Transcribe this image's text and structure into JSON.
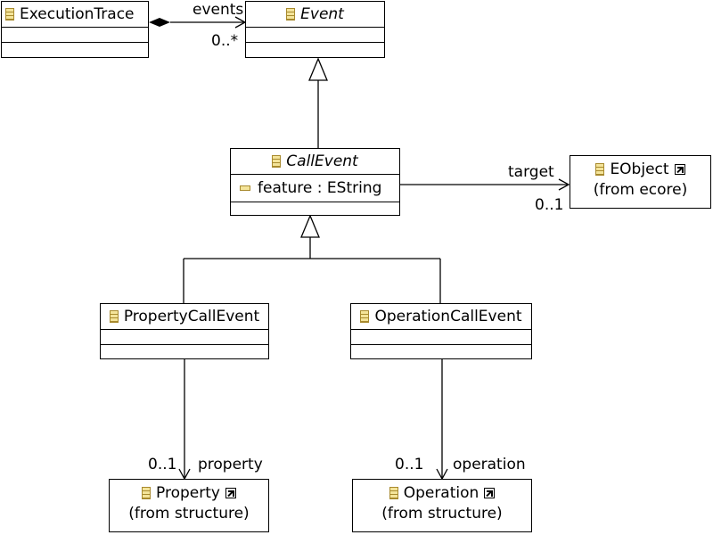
{
  "classes": {
    "execution_trace": {
      "name": "ExecutionTrace"
    },
    "event": {
      "name": "Event"
    },
    "call_event": {
      "name": "CallEvent",
      "attribute": "feature : EString"
    },
    "eobject": {
      "name": "EObject",
      "origin": "(from ecore)"
    },
    "property_call_event": {
      "name": "PropertyCallEvent"
    },
    "operation_call_event": {
      "name": "OperationCallEvent"
    },
    "property": {
      "name": "Property",
      "origin": "(from structure)"
    },
    "operation": {
      "name": "Operation",
      "origin": "(from structure)"
    }
  },
  "associations": {
    "events": {
      "role": "events",
      "multiplicity": "0..*"
    },
    "target": {
      "role": "target",
      "multiplicity": "0..1"
    },
    "property": {
      "role": "property",
      "multiplicity": "0..1"
    },
    "operation": {
      "role": "operation",
      "multiplicity": "0..1"
    }
  },
  "icons": {
    "class": "class-icon",
    "attribute": "attribute-icon",
    "external": "external-link-icon"
  }
}
